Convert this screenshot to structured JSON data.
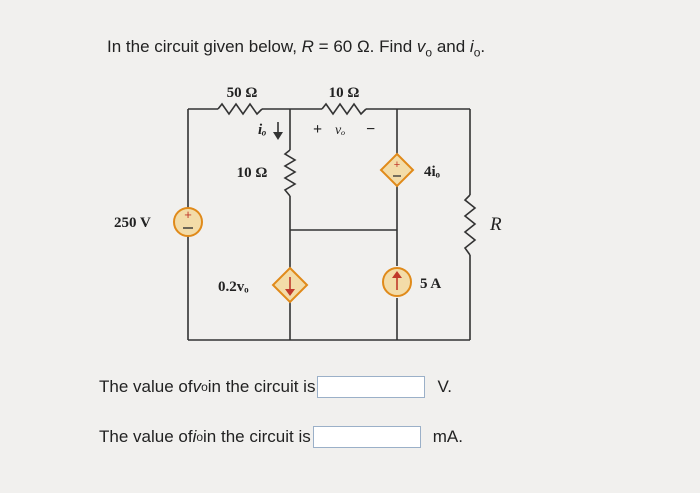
{
  "question": {
    "prefix": "In the circuit given below, ",
    "r_symbol": "R",
    "r_value": " = 60 Ω. Find ",
    "vo_symbol": "v",
    "vo_sub": "o",
    "and_word": " and ",
    "io_symbol": "i",
    "io_sub": "o",
    "end": "."
  },
  "circuit": {
    "r1_label": "50 Ω",
    "r2_label": "10 Ω",
    "r3_label": "10 Ω",
    "r_load_label": "R",
    "source_v_label": "250 V",
    "dep_vcvs_label": "4iₒ",
    "dep_vccs_label": "0.2vₒ",
    "current_src_label": "5 A",
    "io_label": "iₒ",
    "vo_label": "vₒ",
    "plus_sign": "+",
    "minus_sign": "−",
    "wire_color": "#333333",
    "source_color": "#e08a1a",
    "source_fill": "#f3dca8"
  },
  "answers": {
    "vo": {
      "prefix": "The value of ",
      "symbol": "v",
      "sub": "o",
      "suffix": " in the circuit is",
      "value": "",
      "unit": "V."
    },
    "io": {
      "prefix": "The value of ",
      "symbol": "i",
      "sub": "o",
      "suffix": " in the circuit is",
      "value": "",
      "unit": "mA."
    }
  }
}
